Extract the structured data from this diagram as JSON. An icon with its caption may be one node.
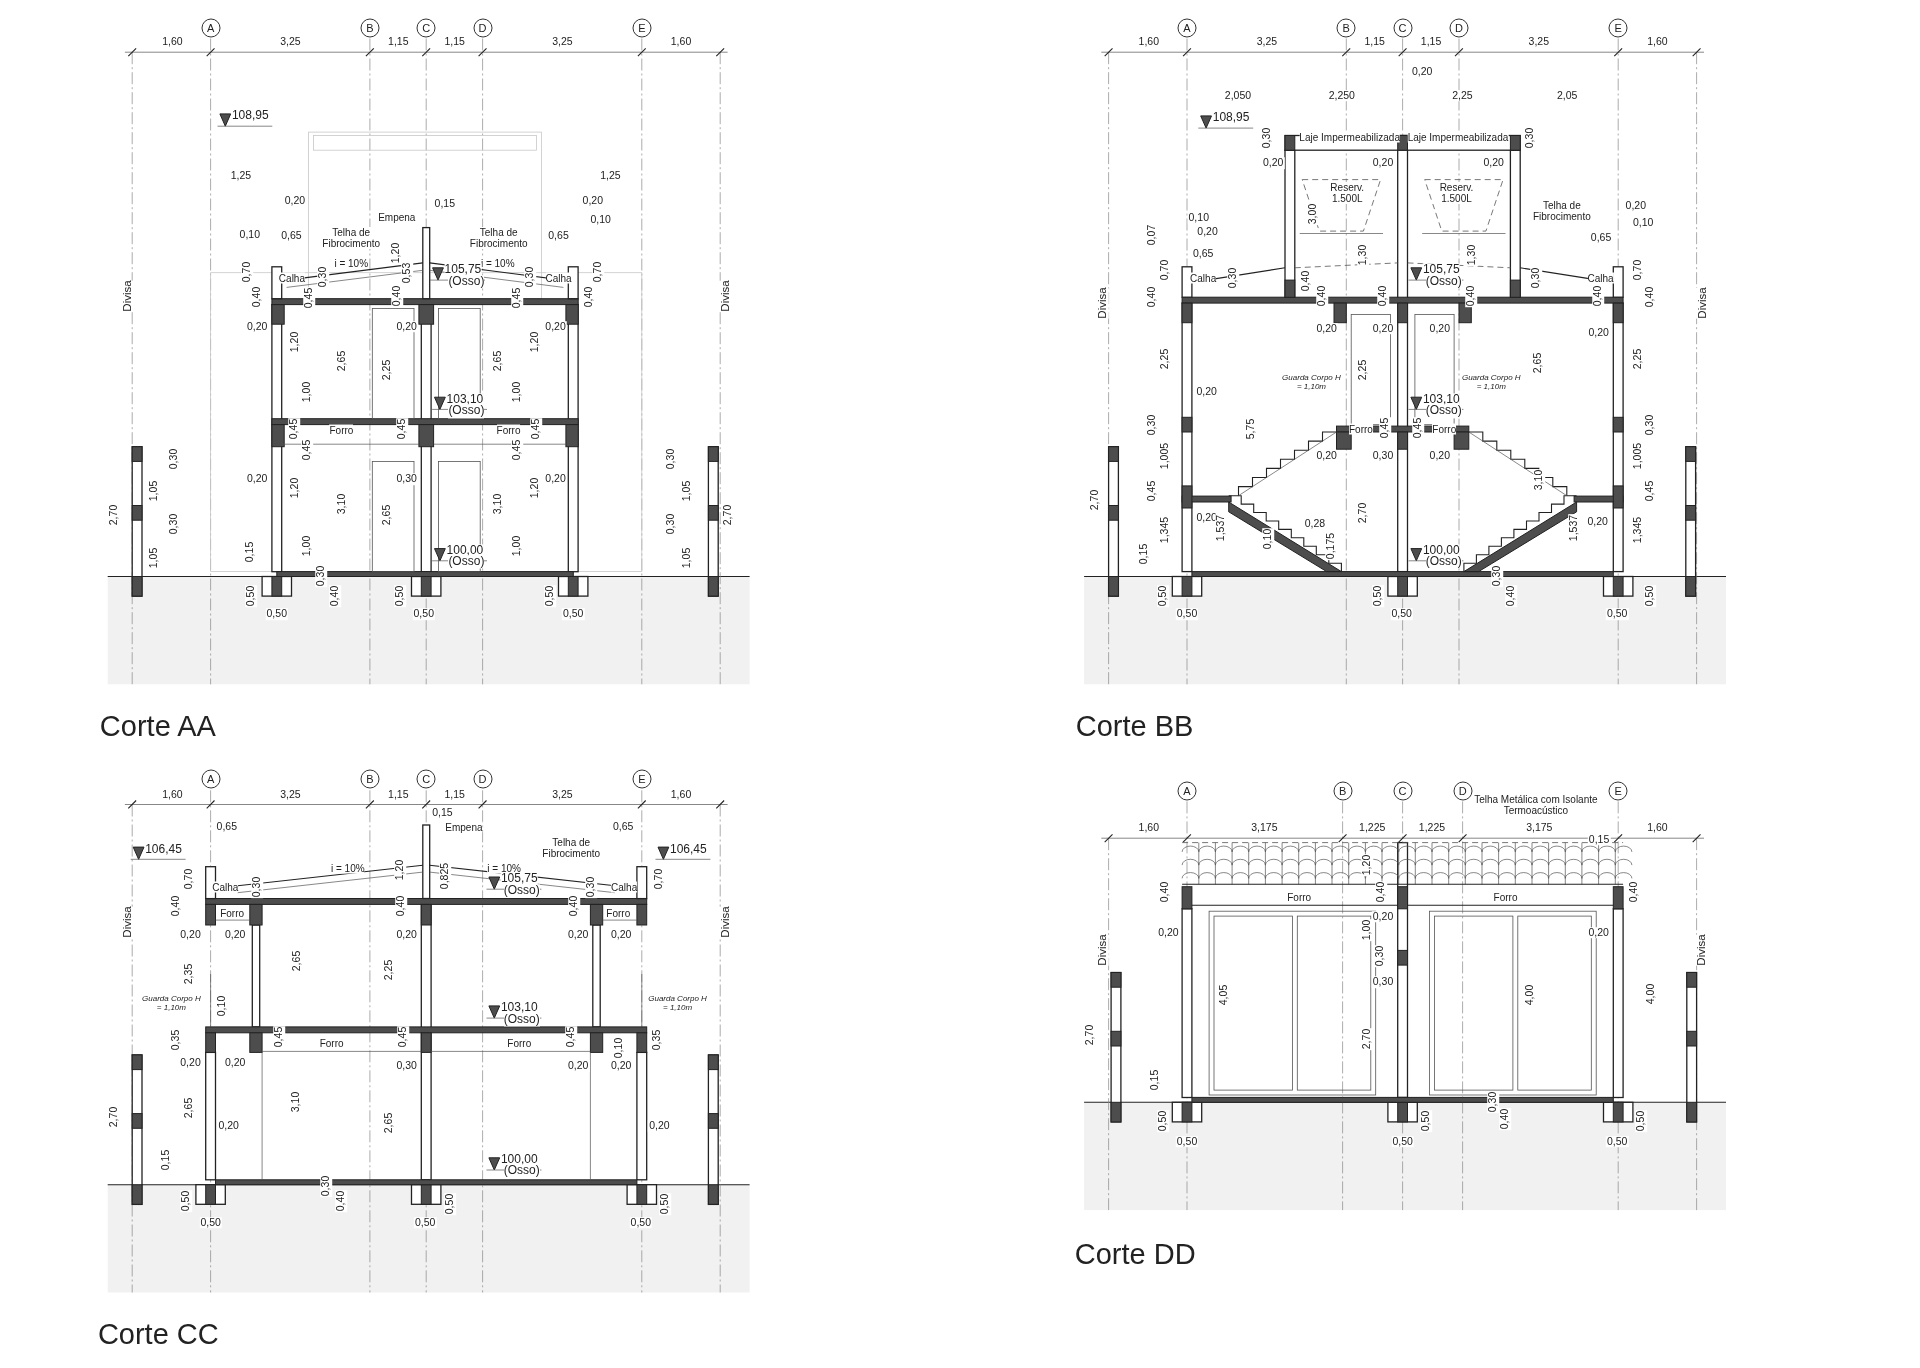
{
  "diagram": {
    "labels": [
      "A",
      "B",
      "C",
      "D",
      "E",
      "1,60",
      "3,25",
      "1,15",
      "1,15",
      "3,25",
      "1,60",
      "108,95",
      "1,25",
      "1,25",
      "0,20",
      "0,15",
      "0,20",
      "Empena",
      "0,10",
      "0,65",
      "Telha de Fibrocimento",
      "Telha de Fibrocimento",
      "0,65",
      "0,10",
      "1,20",
      "i = 10%",
      "i = 10%",
      "0,70",
      "0,30",
      "0,53",
      "0,30",
      "0,70",
      "Calha",
      "Calha",
      "105,75",
      "(Osso)",
      "0,40",
      "0,45",
      "0,40",
      "0,45",
      "0,40",
      "Divisa",
      "Divisa",
      "0,20",
      "0,20",
      "0,20",
      "1,20",
      "2,65",
      "2,25",
      "2,65",
      "1,20",
      "1,00",
      "1,00",
      "103,10",
      "(Osso)",
      "0,45",
      "Forro",
      "0,45",
      "Forro",
      "0,45",
      "0,30",
      "0,45",
      "0,45",
      "0,30",
      "0,20",
      "0,30",
      "0,20",
      "1,05",
      "1,20",
      "1,20",
      "1,05",
      "2,70",
      "3,10",
      "2,65",
      "3,10",
      "2,70",
      "0,30",
      "0,30",
      "1,00",
      "1,00",
      "1,05",
      "0,15",
      "100,00",
      "(Osso)",
      "1,05",
      "0,30",
      "0,50",
      "0,40",
      "0,50",
      "0,50",
      "0,50",
      "0,50",
      "0,50",
      "Corte AA",
      "A",
      "B",
      "C",
      "D",
      "E",
      "1,60",
      "3,25",
      "1,15",
      "1,15",
      "3,25",
      "1,60",
      "0,20",
      "2,050",
      "2,250",
      "2,25",
      "2,05",
      "108,95",
      "0,30",
      "Laje Impermeabilizada",
      "Laje Impermeabilizada",
      "0,30",
      "0,20",
      "0,20",
      "0,20",
      "Reserv. 1.500L",
      "Reserv. 1.500L",
      "0,10",
      "3,00",
      "Telha de Fibrocimento",
      "0,20",
      "0,10",
      "0,07",
      "0,20",
      "0,65",
      "0,65",
      "1,30",
      "1,30",
      "0,70",
      "0,70",
      "105,75",
      "(Osso)",
      "Calha",
      "0,30",
      "0,40",
      "0,30",
      "Calha",
      "0,40",
      "0,40",
      "0,40",
      "0,40",
      "0,40",
      "0,40",
      "Divisa",
      "Divisa",
      "0,20",
      "0,20",
      "0,20",
      "0,20",
      "2,25",
      "2,25",
      "2,65",
      "2,25",
      "Guarda Corpo H = 1,10m",
      "Guarda Corpo H = 1,10m",
      "0,20",
      "103,10",
      "(Osso)",
      "0,30",
      "5,75",
      "Forro",
      "0,45",
      "0,45",
      "Forro",
      "0,30",
      "1,005",
      "0,20",
      "0,30",
      "0,20",
      "1,005",
      "3,10",
      "0,45",
      "0,45",
      "2,70",
      "2,70",
      "0,20",
      "0,28",
      "0,20",
      "0,15",
      "1,345",
      "1,537",
      "0,10",
      "0,175",
      "100,00",
      "(Osso)",
      "1,537",
      "1,345",
      "0,30",
      "0,50",
      "0,50",
      "0,40",
      "0,50",
      "0,50",
      "0,50",
      "0,50",
      "Corte BB",
      "A",
      "B",
      "C",
      "D",
      "E",
      "1,60",
      "3,25",
      "1,15",
      "1,15",
      "3,25",
      "1,60",
      "0,65",
      "0,15",
      "Empena",
      "0,65",
      "106,45",
      "Telha de Fibrocimento",
      "106,45",
      "i = 10%",
      "1,20",
      "0,825",
      "i = 10%",
      "0,70",
      "0,70",
      "105,75",
      "(Osso)",
      "Calha",
      "0,30",
      "0,30",
      "Calha",
      "0,40",
      "Forro",
      "0,40",
      "0,40",
      "Forro",
      "Divisa",
      "Divisa",
      "0,20",
      "0,20",
      "0,20",
      "0,20",
      "0,20",
      "2,35",
      "2,65",
      "2,25",
      "Guarda Corpo H = 1,10m",
      "0,10",
      "103,10",
      "(Osso)",
      "Guarda Corpo H = 1,10m",
      "0,35",
      "0,45",
      "Forro",
      "0,45",
      "Forro",
      "0,45",
      "0,10",
      "0,35",
      "0,20",
      "0,20",
      "0,30",
      "0,20",
      "0,20",
      "2,70",
      "2,65",
      "3,10",
      "2,65",
      "0,20",
      "0,20",
      "100,00",
      "(Osso)",
      "0,15",
      "0,30",
      "0,50",
      "0,40",
      "0,50",
      "0,50",
      "0,50",
      "0,50",
      "0,50",
      "Corte CC",
      "A",
      "B",
      "C",
      "D",
      "E",
      "Telha Metálica com Isolante Termoacústico",
      "1,60",
      "3,175",
      "1,225",
      "1,225",
      "3,175",
      "1,60",
      "0,15",
      "1,20",
      "0,40",
      "0,40",
      "0,40",
      "Forro",
      "Forro",
      "0,20",
      "1,00",
      "0,20",
      "0,20",
      "Divisa",
      "Divisa",
      "0,30",
      "0,30",
      "4,05",
      "4,00",
      "4,00",
      "2,70",
      "2,70",
      "0,15",
      "0,30",
      "0,50",
      "0,50",
      "0,40",
      "0,50",
      "0,50",
      "0,50",
      "0,50",
      "Corte DD"
    ]
  }
}
